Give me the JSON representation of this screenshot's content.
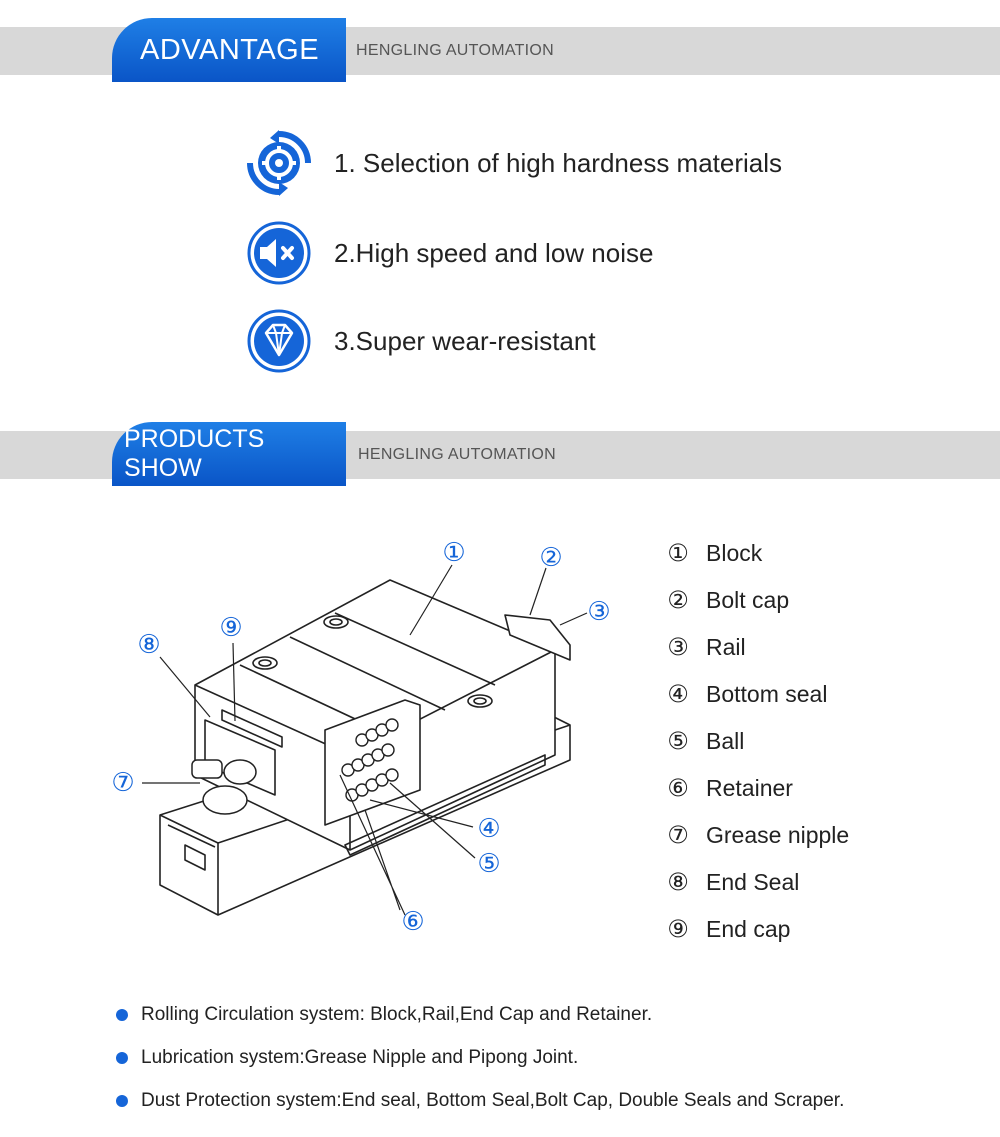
{
  "advantage": {
    "title": "ADVANTAGE",
    "company": "HENGLING AUTOMATION",
    "items": [
      {
        "text": "1. Selection of high hardness materials",
        "icon": "gear-cycle-icon"
      },
      {
        "text": "2.High speed and low noise",
        "icon": "mute-speaker-icon"
      },
      {
        "text": "3.Super wear-resistant",
        "icon": "diamond-icon"
      }
    ]
  },
  "products": {
    "title": "PRODUCTS SHOW",
    "company": "HENGLING AUTOMATION",
    "callouts": [
      "①",
      "②",
      "③",
      "④",
      "⑤",
      "⑥",
      "⑦",
      "⑧",
      "⑨"
    ],
    "parts": [
      {
        "num": "①",
        "name": "Block"
      },
      {
        "num": "②",
        "name": "Bolt cap"
      },
      {
        "num": "③",
        "name": "Rail"
      },
      {
        "num": "④",
        "name": "Bottom seal"
      },
      {
        "num": "⑤",
        "name": "Ball"
      },
      {
        "num": "⑥",
        "name": "Retainer"
      },
      {
        "num": "⑦",
        "name": "Grease nipple"
      },
      {
        "num": "⑧",
        "name": "End Seal"
      },
      {
        "num": "⑨",
        "name": "End cap"
      }
    ]
  },
  "systems": [
    "Rolling Circulation system: Block,Rail,End Cap and Retainer.",
    "Lubrication system:Grease Nipple and Pipong Joint.",
    "Dust Protection system:End seal, Bottom Seal,Bolt Cap, Double Seals and Scraper."
  ],
  "colors": {
    "accent": "#1565d8",
    "band": "#d8d8d8",
    "text": "#222222"
  }
}
